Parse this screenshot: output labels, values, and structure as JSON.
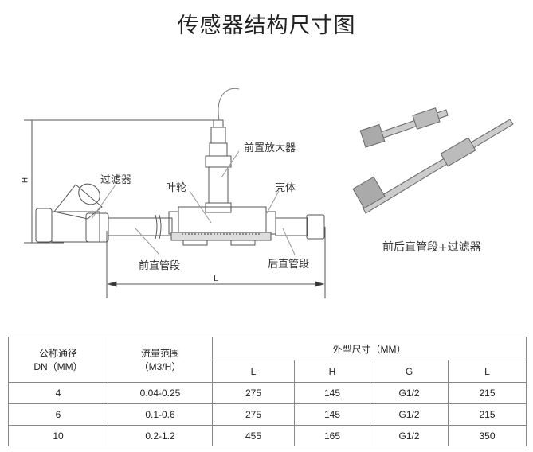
{
  "title": "传感器结构尺寸图",
  "diagram": {
    "labels": {
      "amplifier": "前置放大器",
      "filter": "过滤器",
      "impeller": "叶轮",
      "housing": "壳体",
      "front_pipe": "前直管段",
      "rear_pipe": "后直管段",
      "dim_h": "H",
      "dim_l": "L"
    },
    "photo_caption": "前后直管段+过滤器"
  },
  "table": {
    "headers": {
      "dn": [
        "公称通径",
        "DN（MM）"
      ],
      "flow": [
        "流量范围",
        "（M3/H）"
      ],
      "dims": "外型尺寸（MM）",
      "dim_cols": [
        "L",
        "H",
        "G",
        "L"
      ]
    },
    "rows": [
      [
        "4",
        "0.04-0.25",
        "275",
        "145",
        "G1/2",
        "215"
      ],
      [
        "6",
        "0.1-0.6",
        "275",
        "145",
        "G1/2",
        "215"
      ],
      [
        "10",
        "0.2-1.2",
        "455",
        "165",
        "G1/2",
        "350"
      ]
    ]
  }
}
